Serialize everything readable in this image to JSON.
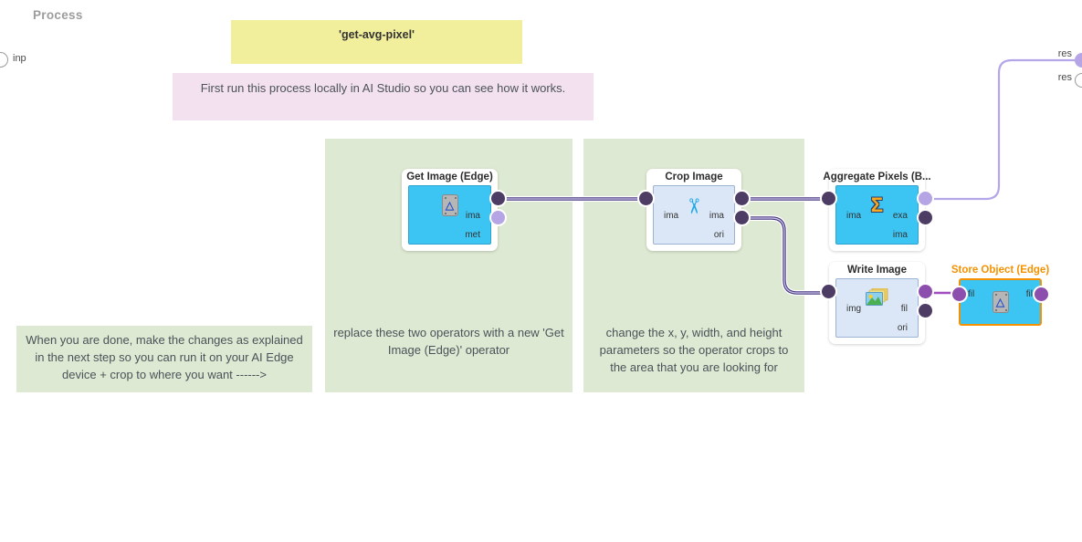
{
  "canvas": {
    "title": "Process"
  },
  "ports": {
    "input_label": "inp",
    "result_labels": [
      "res",
      "res"
    ]
  },
  "notes": {
    "process_name": "'get-avg-pixel'",
    "instruction": "First run this process locally in AI Studio so you can see how it works.",
    "when_done": "When you are done, make the changes as explained in the next step so you can run it on your AI Edge device + crop to where you want ------>",
    "replace_hint": "replace these two operators with a new 'Get Image (Edge)' operator",
    "crop_hint": "change the x, y, width, and height parameters so the operator crops to the area that you are looking for"
  },
  "operators": {
    "get_image": {
      "title": "Get Image (Edge)",
      "out1": "ima",
      "out2": "met"
    },
    "crop_image": {
      "title": "Crop Image",
      "in1": "ima",
      "out1": "ima",
      "out2": "ori"
    },
    "aggregate_pixels": {
      "title": "Aggregate Pixels (B...",
      "in1": "ima",
      "out1": "exa",
      "out2": "ima"
    },
    "write_image": {
      "title": "Write Image",
      "in1": "img",
      "out1": "fil",
      "out2": "ori"
    },
    "store_object": {
      "title": "Store Object (Edge)",
      "in1": "fil",
      "out1": "fil"
    }
  },
  "icons": {
    "edge_badge": "△",
    "scissors": "✂",
    "sigma": "Σ"
  },
  "colors": {
    "operator_cyan": "#3cc5f2",
    "operator_pale_blue": "#dbe7f7",
    "panel_green": "#dde9d2",
    "note_yellow": "#f2ef9c",
    "note_pink": "#f3e1ef",
    "selected_orange": "#f59100",
    "wire_dark_purple": "#46377f",
    "wire_light_purple": "#b4a6e8",
    "wire_file_purple": "#a34cc0",
    "port_dark": "#4d3c64",
    "port_light": "#b5a5e5",
    "port_file": "#8d4fae"
  }
}
